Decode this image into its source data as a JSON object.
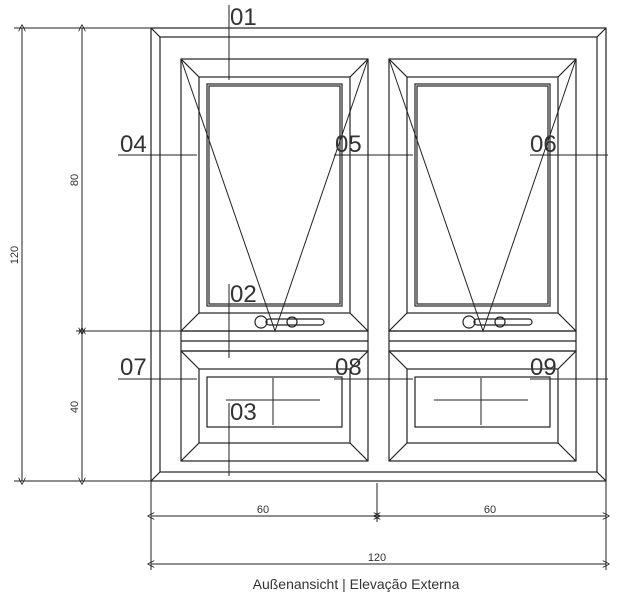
{
  "callouts": {
    "c01": "01",
    "c02": "02",
    "c03": "03",
    "c04": "04",
    "c05": "05",
    "c06": "06",
    "c07": "07",
    "c08": "08",
    "c09": "09"
  },
  "dimensions": {
    "height_total": "120",
    "height_upper": "80",
    "height_lower": "40",
    "width_left": "60",
    "width_right": "60",
    "width_total": "120"
  },
  "caption": "Außenansicht | Elevação Externa"
}
